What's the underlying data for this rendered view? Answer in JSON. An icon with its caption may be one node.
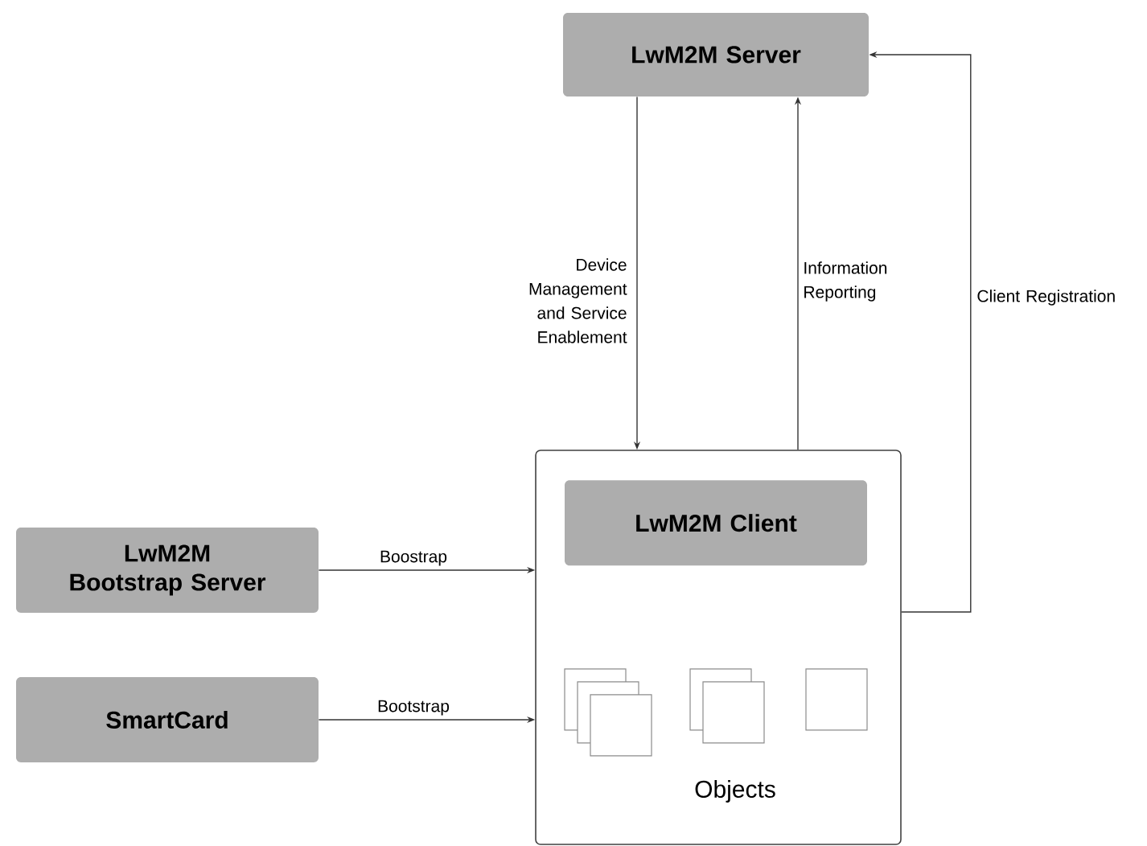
{
  "diagram": {
    "nodes": [
      {
        "text": [
          "LwM2M Server"
        ]
      },
      {
        "text": [
          "Objects"
        ]
      },
      {
        "text": [
          "LwM2M Client"
        ],
        "in": 1
      },
      {
        "text": [
          "LwM2M Bootstrap Server"
        ]
      },
      {
        "text": [
          "SmartCard"
        ]
      }
    ],
    "edges": [
      {
        "from": 0,
        "to": 1,
        "arrow": "to",
        "label": "Device Management and Service Enablement"
      },
      {
        "from": 1,
        "to": 0,
        "arrow": "to",
        "label": "Information Reporting"
      },
      {
        "from": 1,
        "to": 0,
        "arrow": "to",
        "label": "Client Registration"
      },
      {
        "from": 3,
        "to": 1,
        "arrow": "to",
        "label": "Boostrap"
      },
      {
        "from": 4,
        "to": 1,
        "arrow": "to",
        "label": "Bootstrap"
      }
    ]
  }
}
